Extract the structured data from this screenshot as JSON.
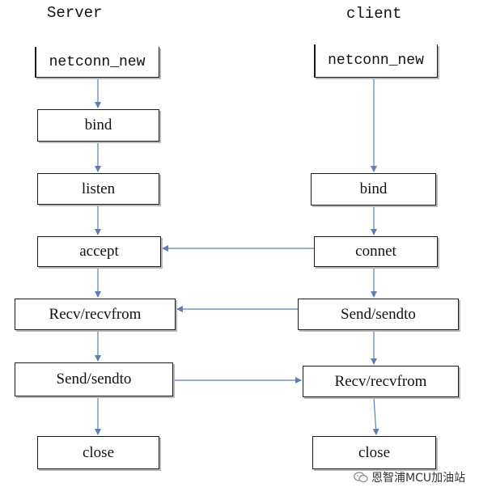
{
  "titles": {
    "server": "Server",
    "client": "client"
  },
  "server_steps": [
    "netconn_new",
    "bind",
    "listen",
    "accept",
    "Recv/recvfrom",
    "Send/sendto",
    "close"
  ],
  "client_steps": [
    "netconn_new",
    "bind",
    "connet",
    "Send/sendto",
    "Recv/recvfrom",
    "close"
  ],
  "watermark": {
    "text": "恩智浦MCU加油站",
    "icon": "wechat-logo-icon"
  },
  "colors": {
    "arrow": "#5b7fb5",
    "box_border": "#1a1a1a"
  }
}
